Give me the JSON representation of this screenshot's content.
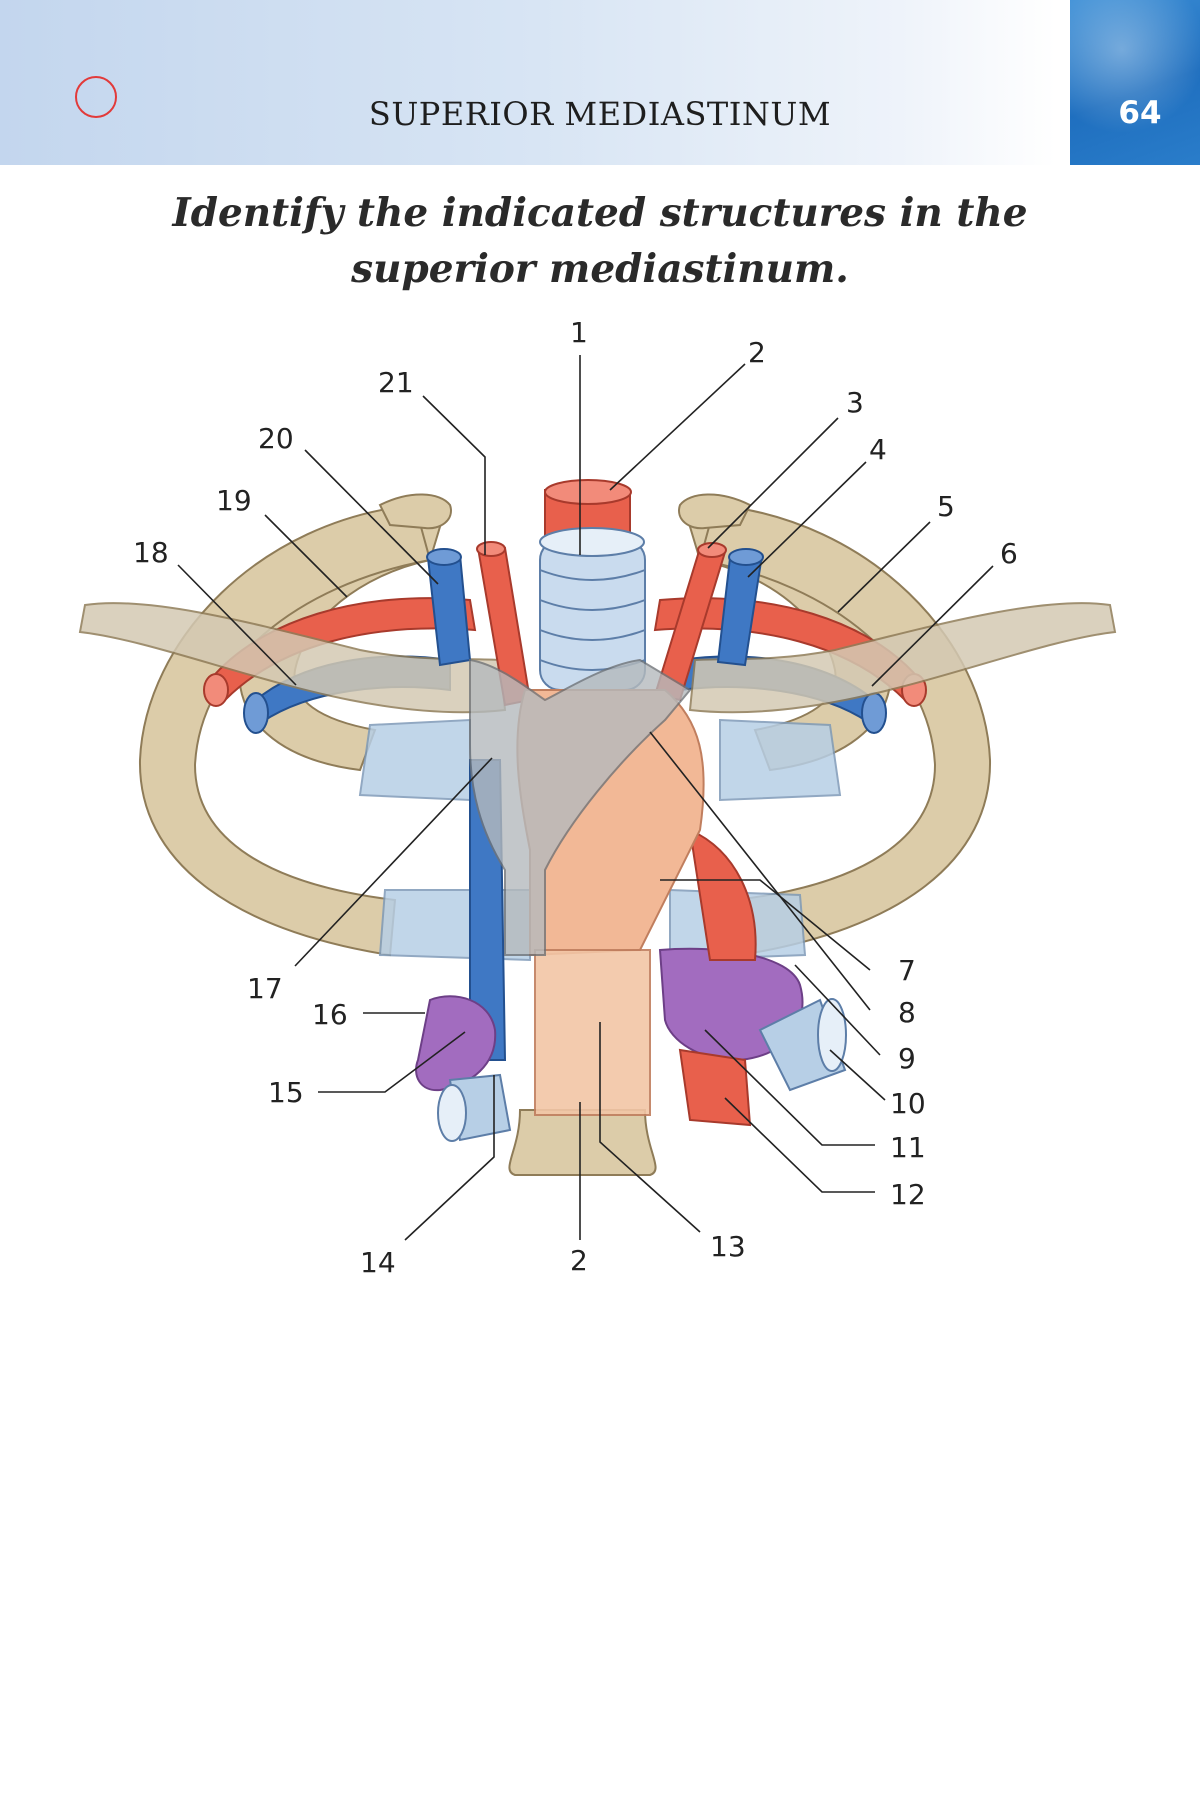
{
  "header": {
    "title": "SUPERIOR MEDIASTINUM",
    "page_number": "64"
  },
  "instruction": {
    "line1": "Identify the indicated structures in the",
    "line2": "superior mediastinum."
  },
  "callouts": {
    "c1": "1",
    "c2": "2",
    "c2b": "2",
    "c3": "3",
    "c4": "4",
    "c5": "5",
    "c6": "6",
    "c7": "7",
    "c8": "8",
    "c9": "9",
    "c10": "10",
    "c11": "11",
    "c12": "12",
    "c13": "13",
    "c14": "14",
    "c15": "15",
    "c16": "16",
    "c17": "17",
    "c18": "18",
    "c19": "19",
    "c20": "20",
    "c21": "21"
  },
  "colors": {
    "artery": "#e8604c",
    "vein": "#3f78c4",
    "pulmonary": "#a26cbf",
    "bone": "#d9c9a6",
    "cartilage": "#b7cfe6",
    "esophagus": "#f2b896",
    "thymus": "#b5babd",
    "header": "#c3d6ee",
    "page_tab": "#2a7dca"
  }
}
